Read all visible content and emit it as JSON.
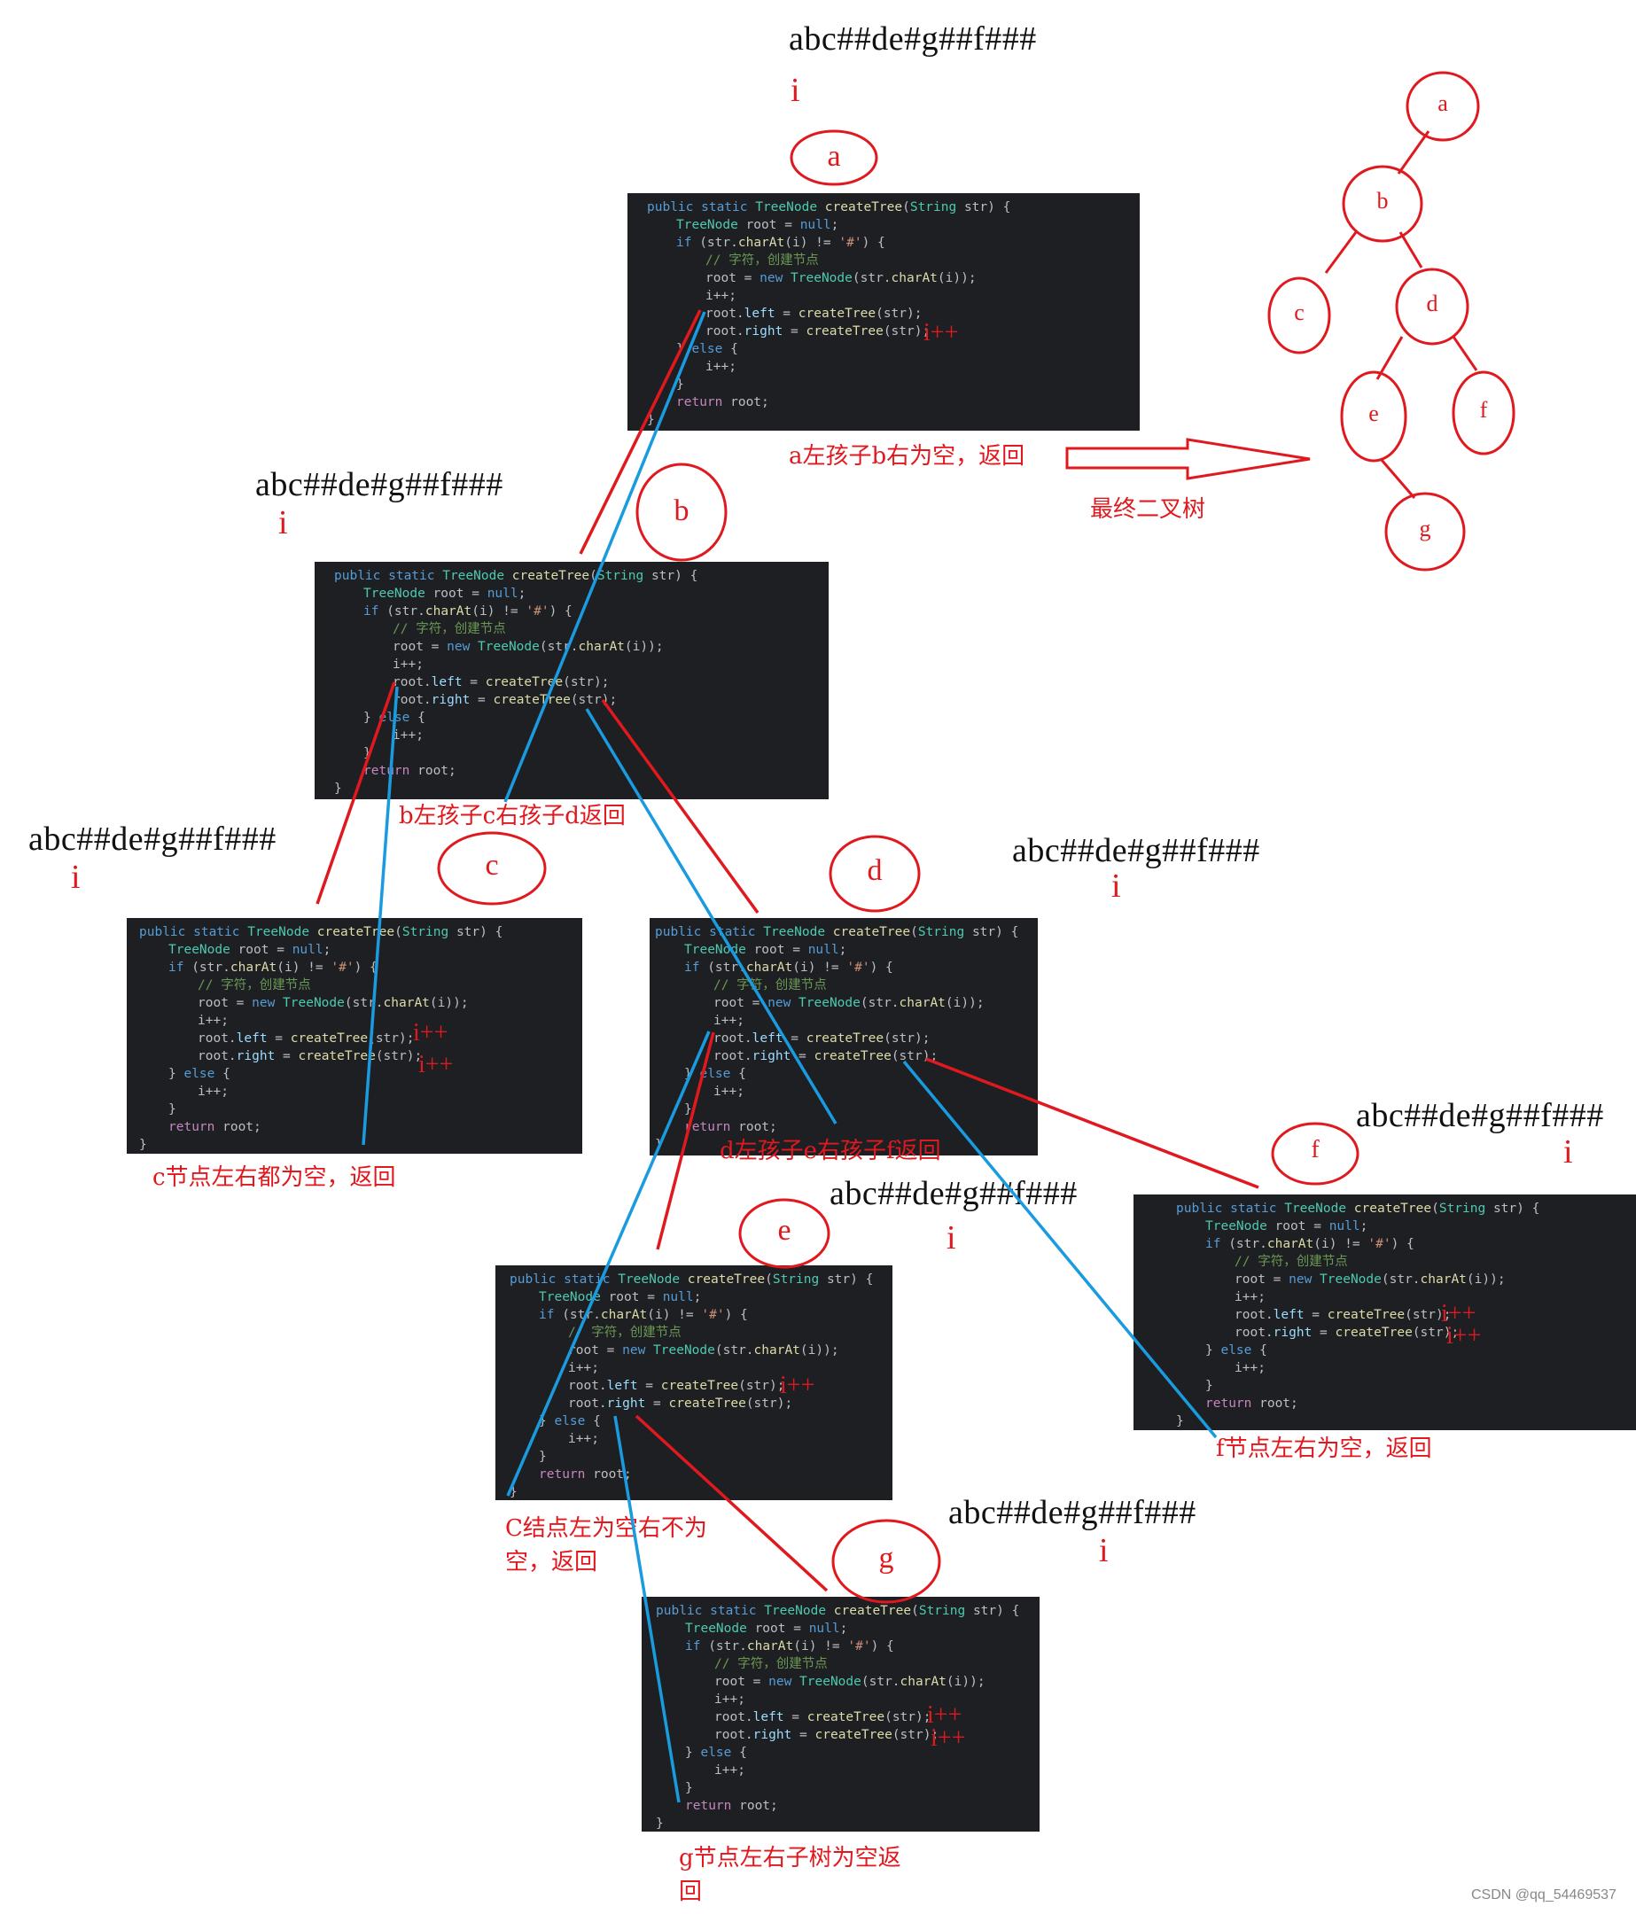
{
  "sequence": "abc##de#g##f###",
  "pointer": "i",
  "code": {
    "lines": [
      {
        "indent": 0,
        "parts": [
          [
            "kw",
            "public static "
          ],
          [
            "ty",
            "TreeNode "
          ],
          [
            "fn",
            "createTree"
          ],
          [
            "",
            "("
          ],
          [
            "ty",
            "String "
          ],
          [
            "",
            "str) {"
          ]
        ]
      },
      {
        "indent": 1,
        "parts": [
          [
            "ty",
            "TreeNode "
          ],
          [
            "",
            "root = "
          ],
          [
            "nul",
            "null"
          ],
          [
            "",
            ";"
          ]
        ]
      },
      {
        "indent": 1,
        "parts": [
          [
            "kw",
            "if "
          ],
          [
            "",
            "(str."
          ],
          [
            "fn",
            "charAt"
          ],
          [
            "",
            "(i) != "
          ],
          [
            "str",
            "'#'"
          ],
          [
            "",
            ") {"
          ]
        ]
      },
      {
        "indent": 2,
        "parts": [
          [
            "cm",
            "// 字符，创建节点"
          ]
        ]
      },
      {
        "indent": 2,
        "parts": [
          [
            "",
            "root = "
          ],
          [
            "kw",
            "new "
          ],
          [
            "ty",
            "TreeNode"
          ],
          [
            "",
            "(str."
          ],
          [
            "fn",
            "charAt"
          ],
          [
            "",
            "(i));"
          ]
        ]
      },
      {
        "indent": 2,
        "parts": [
          [
            "",
            "i++;"
          ]
        ]
      },
      {
        "indent": 2,
        "parts": [
          [
            "",
            "root."
          ],
          [
            "fld",
            "left"
          ],
          [
            "",
            " = "
          ],
          [
            "fn",
            "createTree"
          ],
          [
            "",
            "(str);"
          ]
        ]
      },
      {
        "indent": 2,
        "parts": [
          [
            "",
            "root."
          ],
          [
            "fld",
            "right"
          ],
          [
            "",
            " = "
          ],
          [
            "fn",
            "createTree"
          ],
          [
            "",
            "(str);"
          ]
        ]
      },
      {
        "indent": 1,
        "parts": [
          [
            "",
            "} "
          ],
          [
            "kw",
            "else "
          ],
          [
            "",
            "{"
          ]
        ]
      },
      {
        "indent": 2,
        "parts": [
          [
            "",
            "i++;"
          ]
        ]
      },
      {
        "indent": 1,
        "parts": [
          [
            "",
            "}"
          ]
        ]
      },
      {
        "indent": 1,
        "parts": [
          [
            "ret",
            "return "
          ],
          [
            "",
            "root;"
          ]
        ]
      },
      {
        "indent": 0,
        "parts": [
          [
            "",
            "}"
          ]
        ]
      }
    ]
  },
  "increment_label": "i++",
  "node_labels": {
    "a": "a",
    "b": "b",
    "c": "c",
    "d": "d",
    "e": "e",
    "f": "f",
    "g": "g"
  },
  "notes": {
    "a_return": "a左孩子b右为空，返回",
    "final_tree": "最终二叉树",
    "b_return": "b左孩子c右孩子d返回",
    "c_return": "c节点左右都为空，返回",
    "d_return": "d左孩子e右孩子f返回",
    "e_return_line1": "C结点左为空右不为",
    "e_return_line2": "空，返回",
    "f_return": "f节点左右为空，返回",
    "g_return_line1": "g节点左右子树为空返",
    "g_return_line2": "回"
  },
  "tree": {
    "nodes": [
      "a",
      "b",
      "c",
      "d",
      "e",
      "f",
      "g"
    ],
    "edges": [
      [
        "a",
        "b"
      ],
      [
        "b",
        "c"
      ],
      [
        "b",
        "d"
      ],
      [
        "d",
        "e"
      ],
      [
        "d",
        "f"
      ],
      [
        "e",
        "g"
      ]
    ]
  },
  "watermark": "CSDN @qq_54469537",
  "colors": {
    "red": "#e0191f",
    "blue": "#1a9be0",
    "code_bg": "#1e1f22"
  }
}
